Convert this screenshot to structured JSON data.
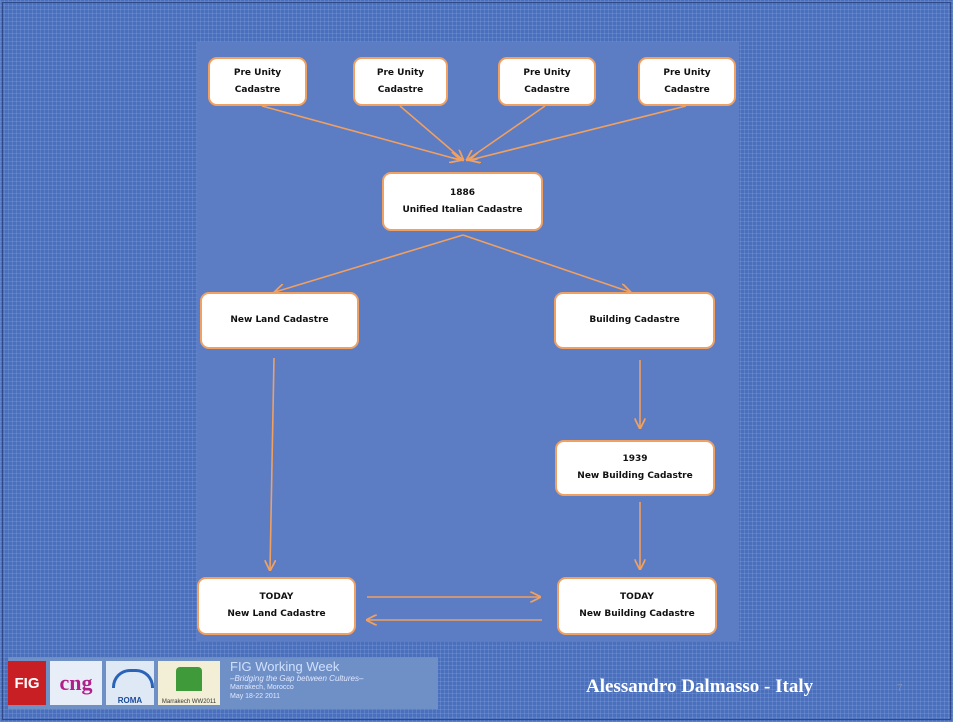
{
  "nodes": {
    "pre_unity_1": [
      "Pre Unity",
      "Cadastre"
    ],
    "pre_unity_2": [
      "Pre Unity",
      "Cadastre"
    ],
    "pre_unity_3": [
      "Pre Unity",
      "Cadastre"
    ],
    "pre_unity_4": [
      "Pre Unity",
      "Cadastre"
    ],
    "unified": [
      "1886",
      "Unified Italian Cadastre"
    ],
    "new_land": [
      "New Land Cadastre"
    ],
    "building": [
      "Building Cadastre"
    ],
    "new_building_1939": [
      "1939",
      "New Building Cadastre"
    ],
    "today_land": [
      "TODAY",
      "New Land Cadastre"
    ],
    "today_building": [
      "TODAY",
      "New Building Cadastre"
    ]
  },
  "edges": [
    [
      "pre_unity_1",
      "unified"
    ],
    [
      "pre_unity_2",
      "unified"
    ],
    [
      "pre_unity_3",
      "unified"
    ],
    [
      "pre_unity_4",
      "unified"
    ],
    [
      "unified",
      "new_land"
    ],
    [
      "unified",
      "building"
    ],
    [
      "new_land",
      "today_land"
    ],
    [
      "building",
      "new_building_1939"
    ],
    [
      "new_building_1939",
      "today_building"
    ],
    [
      "today_land",
      "today_building"
    ],
    [
      "today_building",
      "today_land"
    ]
  ],
  "colors": {
    "slide_background": "#4a6fbd",
    "panel": "#5c7cc4",
    "node_fill": "#ffffff",
    "node_border": "#f0a060",
    "arrow": "#f0a060"
  },
  "footer": {
    "logo_fig": "FIG",
    "logo_cng": "cng",
    "logo_roma": "ROMA",
    "logo_marrakech": "Marrakech WW2011",
    "banner_title": "FIG Working Week",
    "banner_subtitle": "–Bridging the Gap between Cultures–",
    "banner_place": "Marrakech, Morocco",
    "banner_date": "May 18-22 2011",
    "author": "Alessandro Dalmasso - Italy",
    "page_number": "7"
  }
}
